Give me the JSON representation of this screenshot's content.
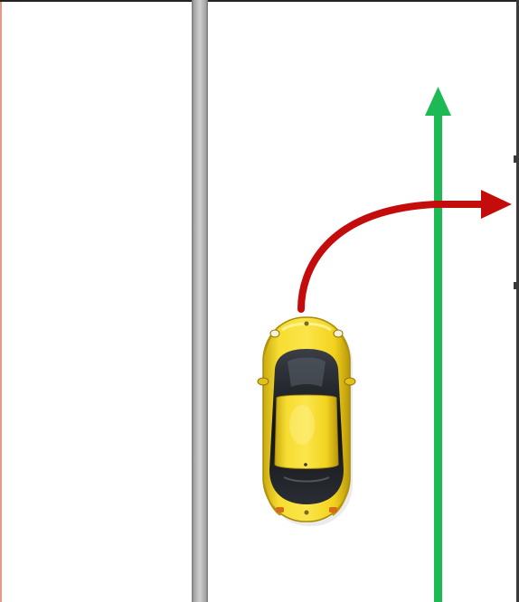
{
  "scene": {
    "type": "road-lane-diagram",
    "view": "top-down",
    "colors": {
      "road": "#ffffff",
      "frame": "#3a3a3a",
      "left_edge": "#e39a86",
      "top_edge": "#222222",
      "median": "#bdbdbd",
      "median_edge": "#8c8c8c",
      "straight_arrow": "#1db954",
      "turn_arrow": "#c40c0c",
      "car_body": "#f2d21d",
      "car_glass": "#1a1c20"
    },
    "elements": [
      {
        "name": "median-divider",
        "description": ""
      },
      {
        "name": "straight-path-arrow",
        "direction": "up"
      },
      {
        "name": "right-turn-arrow",
        "direction": "right"
      },
      {
        "name": "yellow-car",
        "heading": "up"
      }
    ]
  }
}
